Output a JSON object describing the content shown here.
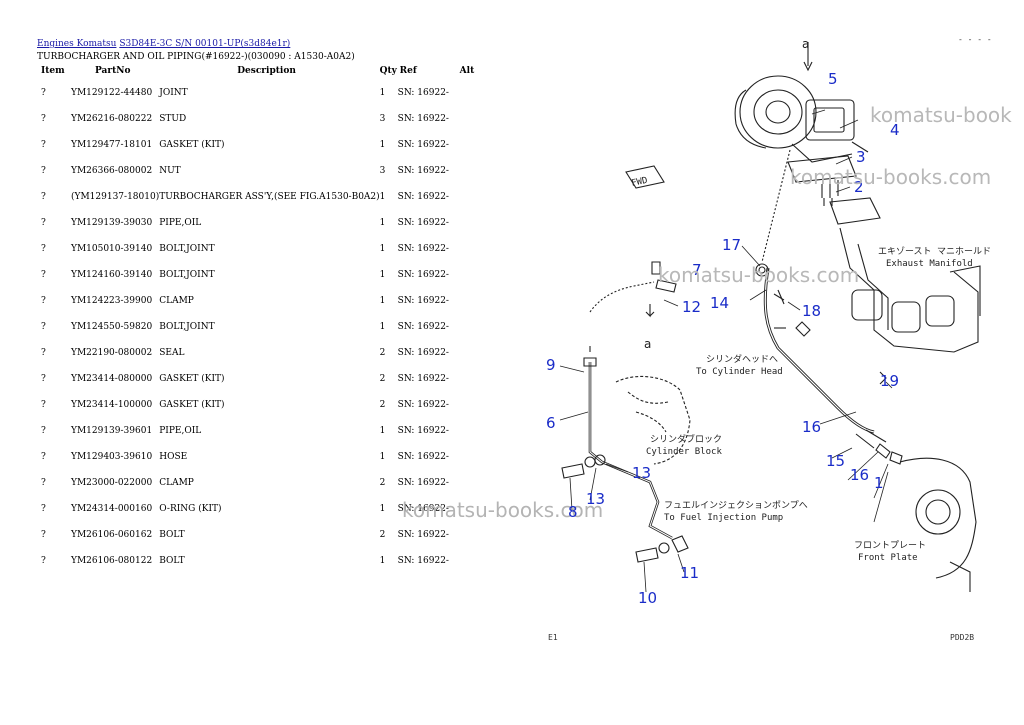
{
  "breadcrumb": {
    "link1": "Engines Komatsu",
    "link2": "S3D84E-3C S/N 00101-UP(s3d84e1r)"
  },
  "page_title": "TURBOCHARGER AND OIL PIPING(#16922-)(030090 : A1530-A0A2)",
  "table": {
    "headers": [
      "Item",
      "PartNo",
      "Description",
      "Qty",
      "Ref",
      "Alt"
    ],
    "rows": [
      {
        "item": "?",
        "part": "YM129122-44480",
        "desc": "JOINT",
        "qty": "1",
        "ref": "SN: 16922-"
      },
      {
        "item": "?",
        "part": "YM26216-080222",
        "desc": "STUD",
        "qty": "3",
        "ref": "SN: 16922-"
      },
      {
        "item": "?",
        "part": "YM129477-18101",
        "desc": "GASKET (KIT)",
        "qty": "1",
        "ref": "SN: 16922-"
      },
      {
        "item": "?",
        "part": "YM26366-080002",
        "desc": "NUT",
        "qty": "3",
        "ref": "SN: 16922-"
      },
      {
        "item": "?",
        "part": "(YM129137-18010)",
        "desc": "TURBOCHARGER ASS'Y,(SEE FIG.A1530-B0A2)",
        "qty": "1",
        "ref": "SN: 16922-"
      },
      {
        "item": "?",
        "part": "YM129139-39030",
        "desc": "PIPE,OIL",
        "qty": "1",
        "ref": "SN: 16922-"
      },
      {
        "item": "?",
        "part": "YM105010-39140",
        "desc": "BOLT,JOINT",
        "qty": "1",
        "ref": "SN: 16922-"
      },
      {
        "item": "?",
        "part": "YM124160-39140",
        "desc": "BOLT,JOINT",
        "qty": "1",
        "ref": "SN: 16922-"
      },
      {
        "item": "?",
        "part": "YM124223-39900",
        "desc": "CLAMP",
        "qty": "1",
        "ref": "SN: 16922-"
      },
      {
        "item": "?",
        "part": "YM124550-59820",
        "desc": "BOLT,JOINT",
        "qty": "1",
        "ref": "SN: 16922-"
      },
      {
        "item": "?",
        "part": "YM22190-080002",
        "desc": "SEAL",
        "qty": "2",
        "ref": "SN: 16922-"
      },
      {
        "item": "?",
        "part": "YM23414-080000",
        "desc": "GASKET (KIT)",
        "qty": "2",
        "ref": "SN: 16922-"
      },
      {
        "item": "?",
        "part": "YM23414-100000",
        "desc": "GASKET (KIT)",
        "qty": "2",
        "ref": "SN: 16922-"
      },
      {
        "item": "?",
        "part": "YM129139-39601",
        "desc": "PIPE,OIL",
        "qty": "1",
        "ref": "SN: 16922-"
      },
      {
        "item": "?",
        "part": "YM129403-39610",
        "desc": "HOSE",
        "qty": "1",
        "ref": "SN: 16922-"
      },
      {
        "item": "?",
        "part": "YM23000-022000",
        "desc": "CLAMP",
        "qty": "2",
        "ref": "SN: 16922-"
      },
      {
        "item": "?",
        "part": "YM24314-000160",
        "desc": "O-RING (KIT)",
        "qty": "1",
        "ref": "SN: 16922-"
      },
      {
        "item": "?",
        "part": "YM26106-060162",
        "desc": "BOLT",
        "qty": "2",
        "ref": "SN: 16922-"
      },
      {
        "item": "?",
        "part": "YM26106-080122",
        "desc": "BOLT",
        "qty": "1",
        "ref": "SN: 16922-"
      }
    ]
  },
  "diagram": {
    "callouts": [
      "5",
      "4",
      "3",
      "2",
      "17",
      "7",
      "14",
      "18",
      "12",
      "9",
      "6",
      "19",
      "16",
      "15",
      "16",
      "1",
      "13",
      "13",
      "8",
      "11",
      "10"
    ],
    "letter_a_top": "a",
    "letter_a_mid": "a",
    "fwd": "FWD",
    "labels": {
      "exhaust_jp": "エキゾースト マニホールド",
      "exhaust_en": "Exhaust Manifold",
      "cylhead_jp": "シリンダヘッドへ",
      "cylhead_en": "To Cylinder Head",
      "cylblock_jp": "シリンダブロック",
      "cylblock_en": "Cylinder Block",
      "fuelpump_jp": "フュエルインジェクションポンプへ",
      "fuelpump_en": "To Fuel Injection Pump",
      "frontplate_jp": "フロントプレート",
      "frontplate_en": "Front Plate"
    },
    "footer_left": "E1",
    "footer_right": "PDD2B",
    "top_right_mark": "- - - -"
  },
  "watermarks": [
    "komatsu-book",
    "komatsu-books.com",
    "komatsu-books.com",
    "komatsu-books.com"
  ],
  "colors": {
    "link": "#1a1aa6",
    "callout": "#1a2cc8",
    "watermark": "#b8b8b8"
  }
}
